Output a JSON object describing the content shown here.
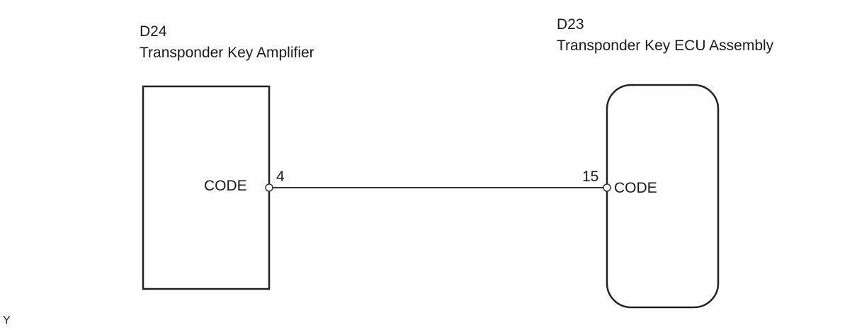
{
  "left_component": {
    "code": "D24",
    "name": "Transponder Key Amplifier",
    "terminal_label": "CODE",
    "pin_number": "4"
  },
  "right_component": {
    "code": "D23",
    "name": "Transponder Key ECU Assembly",
    "terminal_label": "CODE",
    "pin_number": "15"
  },
  "corner_mark": "Y"
}
